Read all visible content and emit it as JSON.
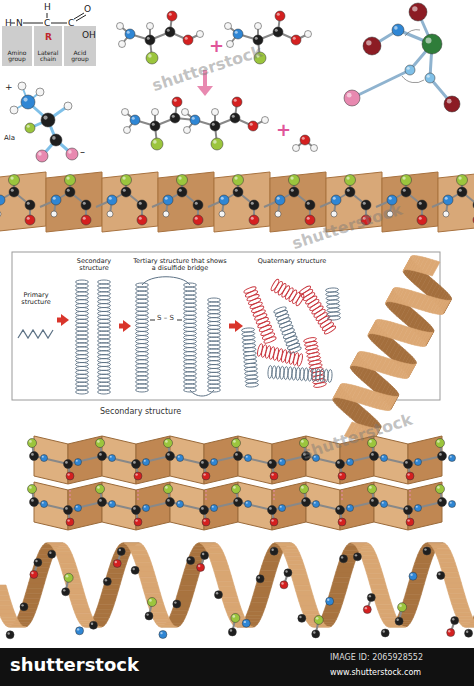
{
  "diagram": {
    "nodes": [
      {
        "text": [
          "Amino group"
        ]
      },
      {
        "text": [
          "Lateral chain"
        ]
      },
      {
        "text": [
          "Acid group"
        ]
      },
      {
        "text": [
          "Primary structure"
        ]
      },
      {
        "text": [
          "Secondary structure"
        ]
      },
      {
        "text": [
          "Tertiary structure that shows a disulfide bridge"
        ]
      },
      {
        "text": [
          "Quaternary structure"
        ]
      }
    ],
    "edges": [
      {
        "from": 3,
        "to": 4,
        "arrow": "to"
      },
      {
        "from": 4,
        "to": 5,
        "arrow": "to"
      },
      {
        "from": 5,
        "to": 6,
        "arrow": "to"
      }
    ],
    "labels": [
      "H",
      "N",
      "H",
      "C",
      "C",
      "R",
      "O",
      "OH",
      "+",
      "–",
      "Ala",
      "+",
      "+",
      "S – S",
      "Secondary structure",
      "shutterstock",
      "shutterstock",
      "shutterstock",
      "shutterstock",
      "IMAGE ID: 2065928552",
      "www.shutterstock.com"
    ]
  }
}
